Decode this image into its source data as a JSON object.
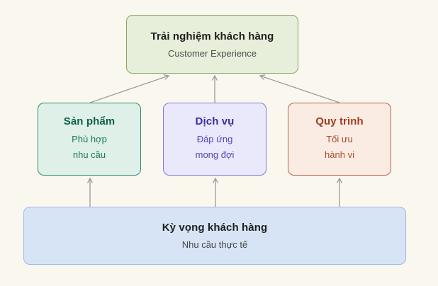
{
  "diagram": {
    "background": "#faf7ef",
    "arrow_color": "#9b9b9b",
    "nodes": {
      "experience": {
        "title": "Trải nghiệm khách hàng",
        "subtitle": "Customer Experience",
        "fill": "#e7eeda",
        "border": "#8ba365",
        "title_color": "#1f1f1f",
        "subtitle_color": "#4f4f4f"
      },
      "product": {
        "title": "Sản phẩm",
        "line1": "Phù hợp",
        "line2": "nhu cầu",
        "fill": "#dff0e9",
        "border": "#2d8a6d",
        "title_color": "#0e5f47",
        "text_color": "#1b7a5d"
      },
      "service": {
        "title": "Dịch vụ",
        "line1": "Đáp ứng",
        "line2": "mong đợi",
        "fill": "#eae8fb",
        "border": "#8277d6",
        "title_color": "#3a2fa0",
        "text_color": "#5246bb"
      },
      "process": {
        "title": "Quy trình",
        "line1": "Tối ưu",
        "line2": "hành vi",
        "fill": "#fbece3",
        "border": "#b8604a",
        "title_color": "#9e3c20",
        "text_color": "#a8492c"
      },
      "expectation": {
        "title": "Kỳ vọng khách hàng",
        "subtitle": "Nhu cầu thực tế",
        "fill": "#d7e4f6",
        "border": "#9fbae8",
        "title_color": "#1f1f1f",
        "subtitle_color": "#474747"
      }
    },
    "edges": [
      {
        "from": "expectation",
        "to": "product"
      },
      {
        "from": "expectation",
        "to": "service"
      },
      {
        "from": "expectation",
        "to": "process"
      },
      {
        "from": "product",
        "to": "experience"
      },
      {
        "from": "service",
        "to": "experience"
      },
      {
        "from": "process",
        "to": "experience"
      }
    ]
  }
}
